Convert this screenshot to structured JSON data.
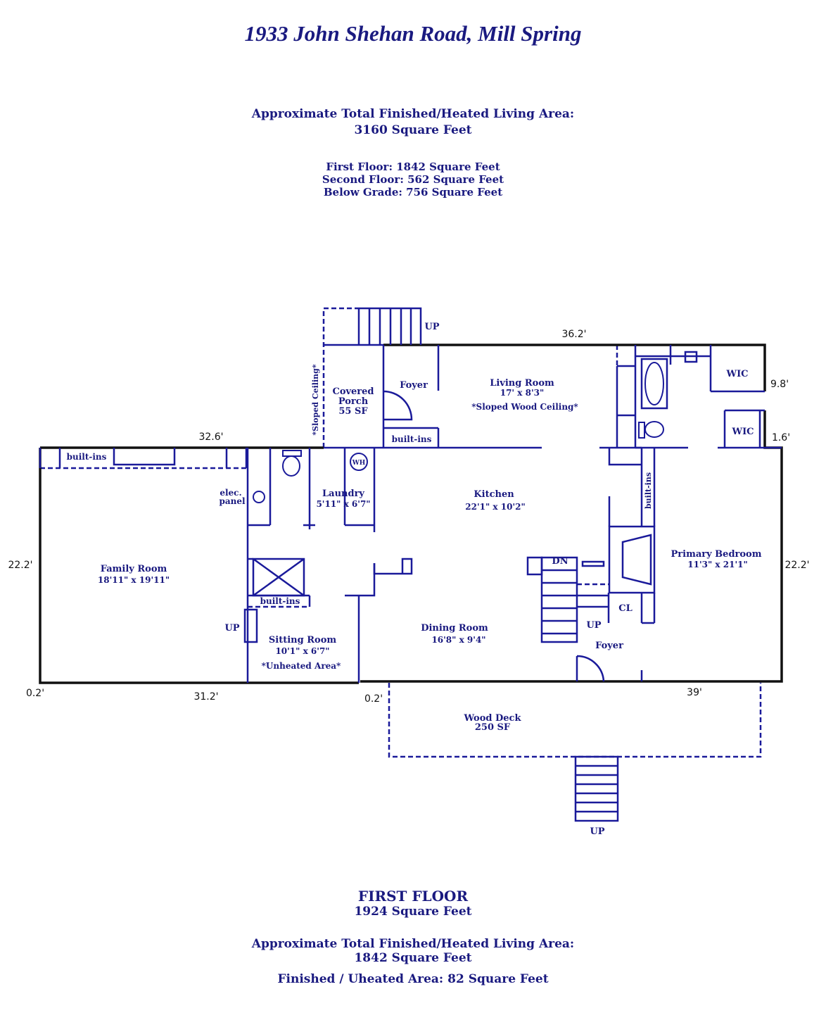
{
  "title": "1933 John Shehan Road, Mill Spring",
  "summary": {
    "total_label": "Approximate Total Finished/Heated Living Area:",
    "total_value": "3160 Square Feet",
    "first_floor": "First Floor:  1842 Square Feet",
    "second_floor": "Second Floor: 562 Square Feet",
    "below_grade": "Below Grade:  756 Square Feet"
  },
  "rooms": {
    "covered_porch": [
      "Covered",
      "Porch",
      "55 SF"
    ],
    "sloped_ceiling": "*Sloped Ceiling*",
    "foyer_top": "Foyer",
    "living_room": [
      "Living Room",
      "17' x 8'3\"",
      "*Sloped Wood Ceiling*"
    ],
    "wic1": "WIC",
    "wic2": "WIC",
    "builtins_top": "built-ins",
    "builtins_family": "built-ins",
    "builtins_mid": "built-ins",
    "builtins_vertical": "built-ins",
    "elec_panel": [
      "elec.",
      "panel"
    ],
    "wh": "WH",
    "laundry": [
      "Laundry",
      "5'11\" x 6'7\""
    ],
    "kitchen": [
      "Kitchen",
      "22'1\" x 10'2\""
    ],
    "family_room": [
      "Family Room",
      "18'11\" x 19'11\""
    ],
    "primary_bedroom": [
      "Primary Bedroom",
      "11'3\" x 21'1\""
    ],
    "dn": "DN",
    "cl": "CL",
    "up_stair": "UP",
    "up_top": "UP",
    "up_sitting": "UP",
    "up_deck": "UP",
    "foyer_bottom": "Foyer",
    "dining_room": [
      "Dining Room",
      "16'8\" x 9'4\""
    ],
    "sitting_room": [
      "Sitting Room",
      "10'1\" x 6'7\"",
      "*Unheated Area*"
    ],
    "wood_deck": [
      "Wood Deck",
      "250 SF"
    ]
  },
  "dimensions": {
    "top_right": "36.2'",
    "top_left": "32.6'",
    "right_upper": "9.8'",
    "right_small": "1.6'",
    "left": "22.2'",
    "right": "22.2'",
    "bottom_left_small": "0.2'",
    "bottom_left": "31.2'",
    "bottom_mid_small": "0.2'",
    "bottom_right": "39'"
  },
  "footer": {
    "floor_name": "FIRST FLOOR",
    "floor_sqft": "1924 Square Feet",
    "area_label": "Approximate Total Finished/Heated Living Area:",
    "area_value": "1842 Square Feet",
    "unheated": "Finished / Uheated Area:  82 Square Feet"
  },
  "colors": {
    "ink": "#1a1a80",
    "wall": "#111111",
    "line": "#1a1a9a"
  }
}
